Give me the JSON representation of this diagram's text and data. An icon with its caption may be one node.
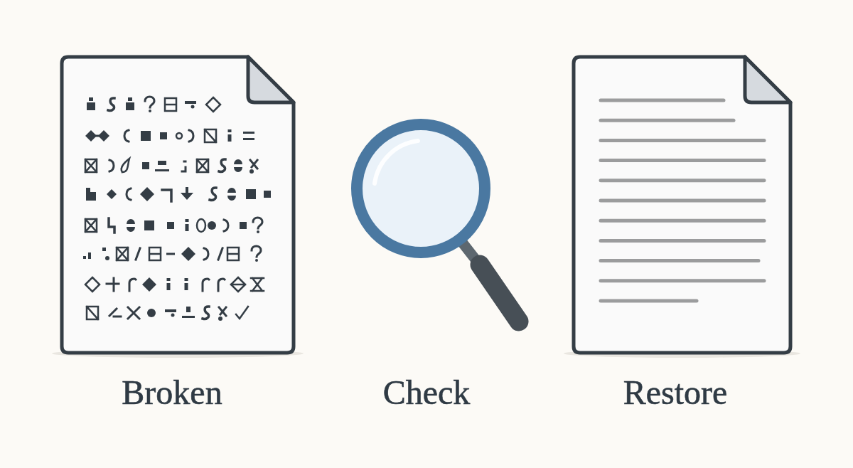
{
  "diagram": {
    "nodes": [
      {
        "text": [
          "Broken"
        ]
      },
      {
        "text": [
          "Check"
        ]
      },
      {
        "text": [
          "Restore"
        ]
      }
    ]
  }
}
